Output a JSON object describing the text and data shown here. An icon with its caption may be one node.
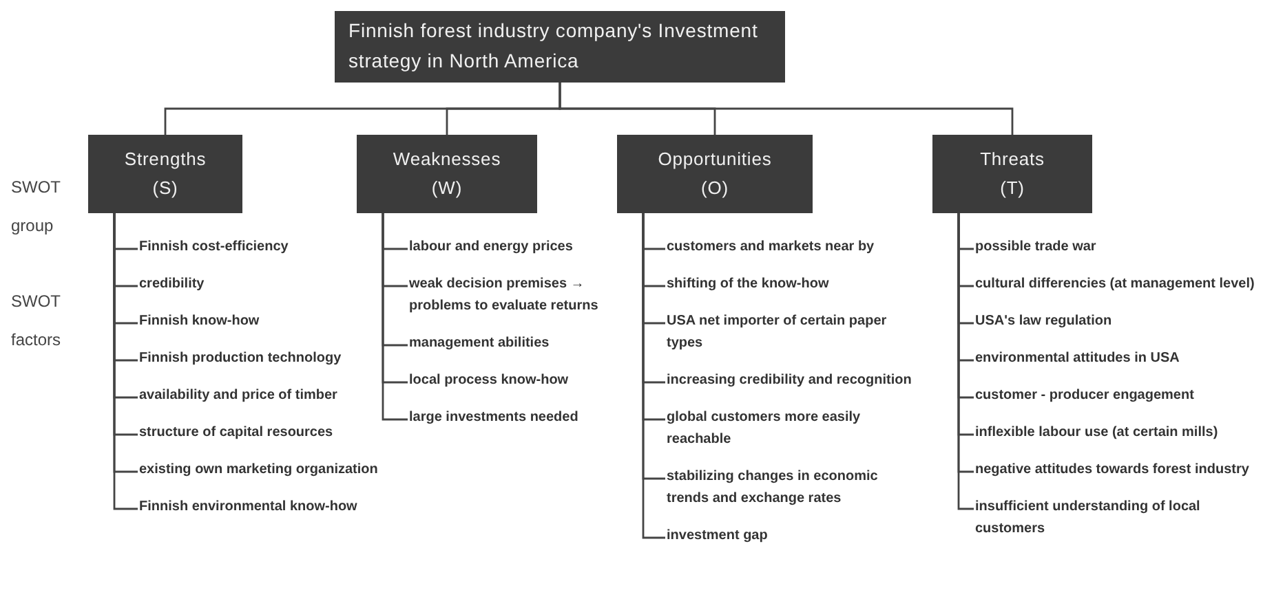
{
  "diagram": {
    "nodes": [
      {
        "text": [
          "Finnish forest industry company's Investment strategy in North America"
        ]
      },
      {
        "text": [
          "Strengths (S)"
        ]
      },
      {
        "text": [
          "Weaknesses (W)"
        ]
      },
      {
        "text": [
          "Opportunities (O)"
        ]
      },
      {
        "text": [
          "Threats (T)"
        ]
      },
      {
        "text": [
          "Finnish cost-efficiency"
        ]
      },
      {
        "text": [
          "credibility"
        ]
      },
      {
        "text": [
          "Finnish know-how"
        ]
      },
      {
        "text": [
          "Finnish production technology"
        ]
      },
      {
        "text": [
          "availability and price of timber"
        ]
      },
      {
        "text": [
          "structure of capital resources"
        ]
      },
      {
        "text": [
          "existing own marketing organization"
        ]
      },
      {
        "text": [
          "Finnish environmental know-how"
        ]
      },
      {
        "text": [
          "labour and energy prices"
        ]
      },
      {
        "text": [
          "weak decision premises → problems to evaluate returns"
        ]
      },
      {
        "text": [
          "management abilities"
        ]
      },
      {
        "text": [
          "local process know-how"
        ]
      },
      {
        "text": [
          "large investments needed"
        ]
      },
      {
        "text": [
          "customers and markets near by"
        ]
      },
      {
        "text": [
          "shifting of the know-how"
        ]
      },
      {
        "text": [
          "USA net importer of certain paper types"
        ]
      },
      {
        "text": [
          "increasing credibility and recognition"
        ]
      },
      {
        "text": [
          "global customers more easily reachable"
        ]
      },
      {
        "text": [
          "stabilizing changes in economic trends and exchange rates"
        ]
      },
      {
        "text": [
          "investment gap"
        ]
      },
      {
        "text": [
          "possible trade war"
        ]
      },
      {
        "text": [
          "cultural differencies (at management level)"
        ]
      },
      {
        "text": [
          "USA's law regulation"
        ]
      },
      {
        "text": [
          "environmental attitudes in USA"
        ]
      },
      {
        "text": [
          "customer - producer engagement"
        ]
      },
      {
        "text": [
          "inflexible labour use (at certain mills)"
        ]
      },
      {
        "text": [
          "negative attitudes towards forest industry"
        ]
      },
      {
        "text": [
          "insufficient understanding of local customers"
        ]
      }
    ],
    "edges": [
      {
        "from": 0,
        "to": 1,
        "arrow": "none"
      },
      {
        "from": 0,
        "to": 2,
        "arrow": "none"
      },
      {
        "from": 0,
        "to": 3,
        "arrow": "none"
      },
      {
        "from": 0,
        "to": 4,
        "arrow": "none"
      },
      {
        "from": 1,
        "to": 5,
        "arrow": "none"
      },
      {
        "from": 1,
        "to": 6,
        "arrow": "none"
      },
      {
        "from": 1,
        "to": 7,
        "arrow": "none"
      },
      {
        "from": 1,
        "to": 8,
        "arrow": "none"
      },
      {
        "from": 1,
        "to": 9,
        "arrow": "none"
      },
      {
        "from": 1,
        "to": 10,
        "arrow": "none"
      },
      {
        "from": 1,
        "to": 11,
        "arrow": "none"
      },
      {
        "from": 1,
        "to": 12,
        "arrow": "none"
      },
      {
        "from": 2,
        "to": 13,
        "arrow": "none"
      },
      {
        "from": 2,
        "to": 14,
        "arrow": "none"
      },
      {
        "from": 2,
        "to": 15,
        "arrow": "none"
      },
      {
        "from": 2,
        "to": 16,
        "arrow": "none"
      },
      {
        "from": 2,
        "to": 17,
        "arrow": "none"
      },
      {
        "from": 3,
        "to": 18,
        "arrow": "none"
      },
      {
        "from": 3,
        "to": 19,
        "arrow": "none"
      },
      {
        "from": 3,
        "to": 20,
        "arrow": "none"
      },
      {
        "from": 3,
        "to": 21,
        "arrow": "none"
      },
      {
        "from": 3,
        "to": 22,
        "arrow": "none"
      },
      {
        "from": 3,
        "to": 23,
        "arrow": "none"
      },
      {
        "from": 3,
        "to": 24,
        "arrow": "none"
      },
      {
        "from": 4,
        "to": 25,
        "arrow": "none"
      },
      {
        "from": 4,
        "to": 26,
        "arrow": "none"
      },
      {
        "from": 4,
        "to": 27,
        "arrow": "none"
      },
      {
        "from": 4,
        "to": 28,
        "arrow": "none"
      },
      {
        "from": 4,
        "to": 29,
        "arrow": "none"
      },
      {
        "from": 4,
        "to": 30,
        "arrow": "none"
      },
      {
        "from": 4,
        "to": 31,
        "arrow": "none"
      },
      {
        "from": 4,
        "to": 32,
        "arrow": "none"
      }
    ],
    "labels": [
      "SWOT group",
      "SWOT factors"
    ]
  }
}
